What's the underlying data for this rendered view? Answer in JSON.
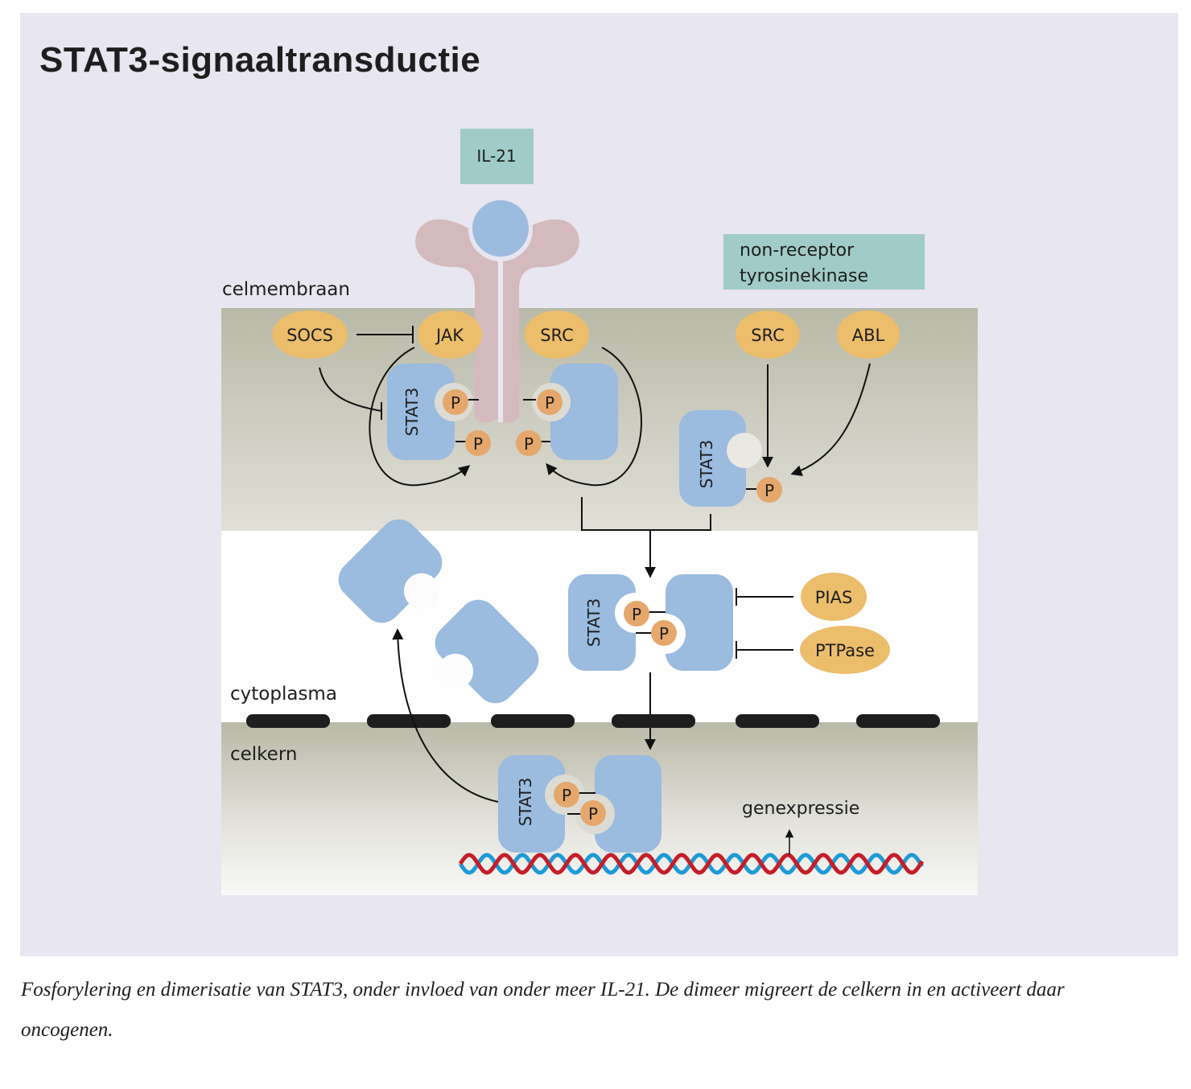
{
  "title": "STAT3-signaaltransductie",
  "caption": "Fosforylering en dimerisatie van STAT3, onder invloed van onder meer IL-21. De dimeer migreert de celkern in en activeert daar oncogenen.",
  "regions": {
    "membrane": "celmembraan",
    "cytoplasm": "cytoplasma",
    "nucleus": "celkern"
  },
  "ligand": {
    "label": "IL-21"
  },
  "kinase_box": {
    "line1": "non-receptor",
    "line2": "tyrosinekinase"
  },
  "proteins": {
    "socs": "SOCS",
    "jak": "JAK",
    "src_receptor": "SRC",
    "src_free": "SRC",
    "abl": "ABL",
    "pias": "PIAS",
    "ptpase": "PTPase"
  },
  "stat_label": "STAT3",
  "phospho_label": "P",
  "gene_expression": "genexpressie",
  "colors": {
    "panel_bg": "#e8e6f0",
    "teal_box": "#a0cbc8",
    "receptor": "#d4babd",
    "ligand": "#9bbbdf",
    "stat": "#9bbbdf",
    "enzyme": "#ecbd6b",
    "phosphate": "#e5a76b",
    "membrane_top": "#b8b8a8",
    "nuclear_pore": "#1e1e1e",
    "dna_red": "#c41e2a",
    "dna_blue": "#1e9ad6"
  }
}
